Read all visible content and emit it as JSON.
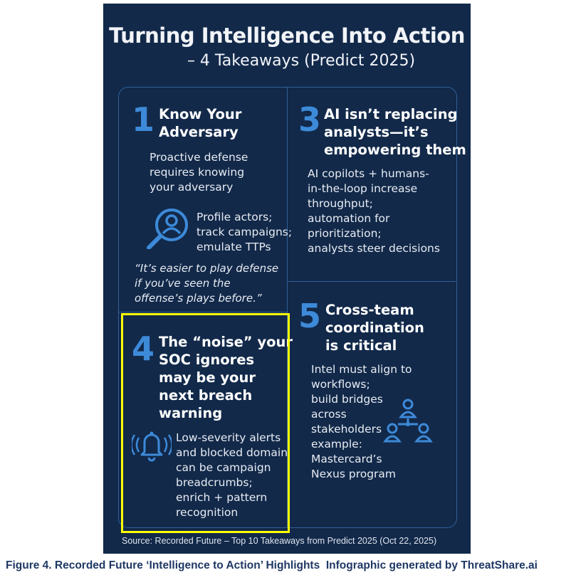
{
  "title": "Turning Intelligence Into Action",
  "subtitle": "– 4 Takeaways (Predict 2025)",
  "sections": [
    {
      "number": "1",
      "heading": [
        "Know Your",
        "Adversary"
      ],
      "body": [
        "Proactive defense",
        "requires knowing",
        "your adversary"
      ],
      "icon_text": [
        "Profile actors;",
        "track campaigns;",
        "emulate TTPs"
      ],
      "quote": [
        "“It’s easier to play defense",
        "if you’ve seen the",
        "offense’s plays before.”"
      ],
      "icon": "magnifier-user-icon"
    },
    {
      "number": "3",
      "heading": [
        "AI isn’t replacing",
        "analysts—it’s",
        "empowering them"
      ],
      "body": [
        "AI copilots + humans-",
        "in-the-loop increase",
        "throughput;",
        "automation for",
        "prioritization;",
        "analysts steer decisions"
      ]
    },
    {
      "number": "4",
      "heading": [
        "The “noise” your",
        "SOC ignores",
        "may be your",
        "next breach",
        "warning"
      ],
      "body": [
        "Low-severity alerts",
        "and blocked domain",
        "can be campaign",
        "breadcrumbs;",
        "enrich + pattern",
        "recognition"
      ],
      "icon": "bell-alert-icon"
    },
    {
      "number": "5",
      "heading": [
        "Cross-team",
        "coordination",
        "is critical"
      ],
      "body": [
        "Intel must align to",
        "workflows;",
        "build bridges",
        "across",
        "stakeholders",
        "example:",
        "Mastercard’s",
        "Nexus program"
      ],
      "icon": "team-network-icon"
    }
  ],
  "source": "Source: Recorded Future – Top 10 Takeaways from Predict 2025 (Oct 22, 2025)",
  "caption": "Figure 4. Recorded Future ‘Intelligence to Action’ Highlights  Infographic generated by ThreatShare.ai",
  "colors": {
    "background": "#12294a",
    "accent": "#3d8ad9",
    "highlight": "#ffff00",
    "caption": "#1f3864"
  }
}
